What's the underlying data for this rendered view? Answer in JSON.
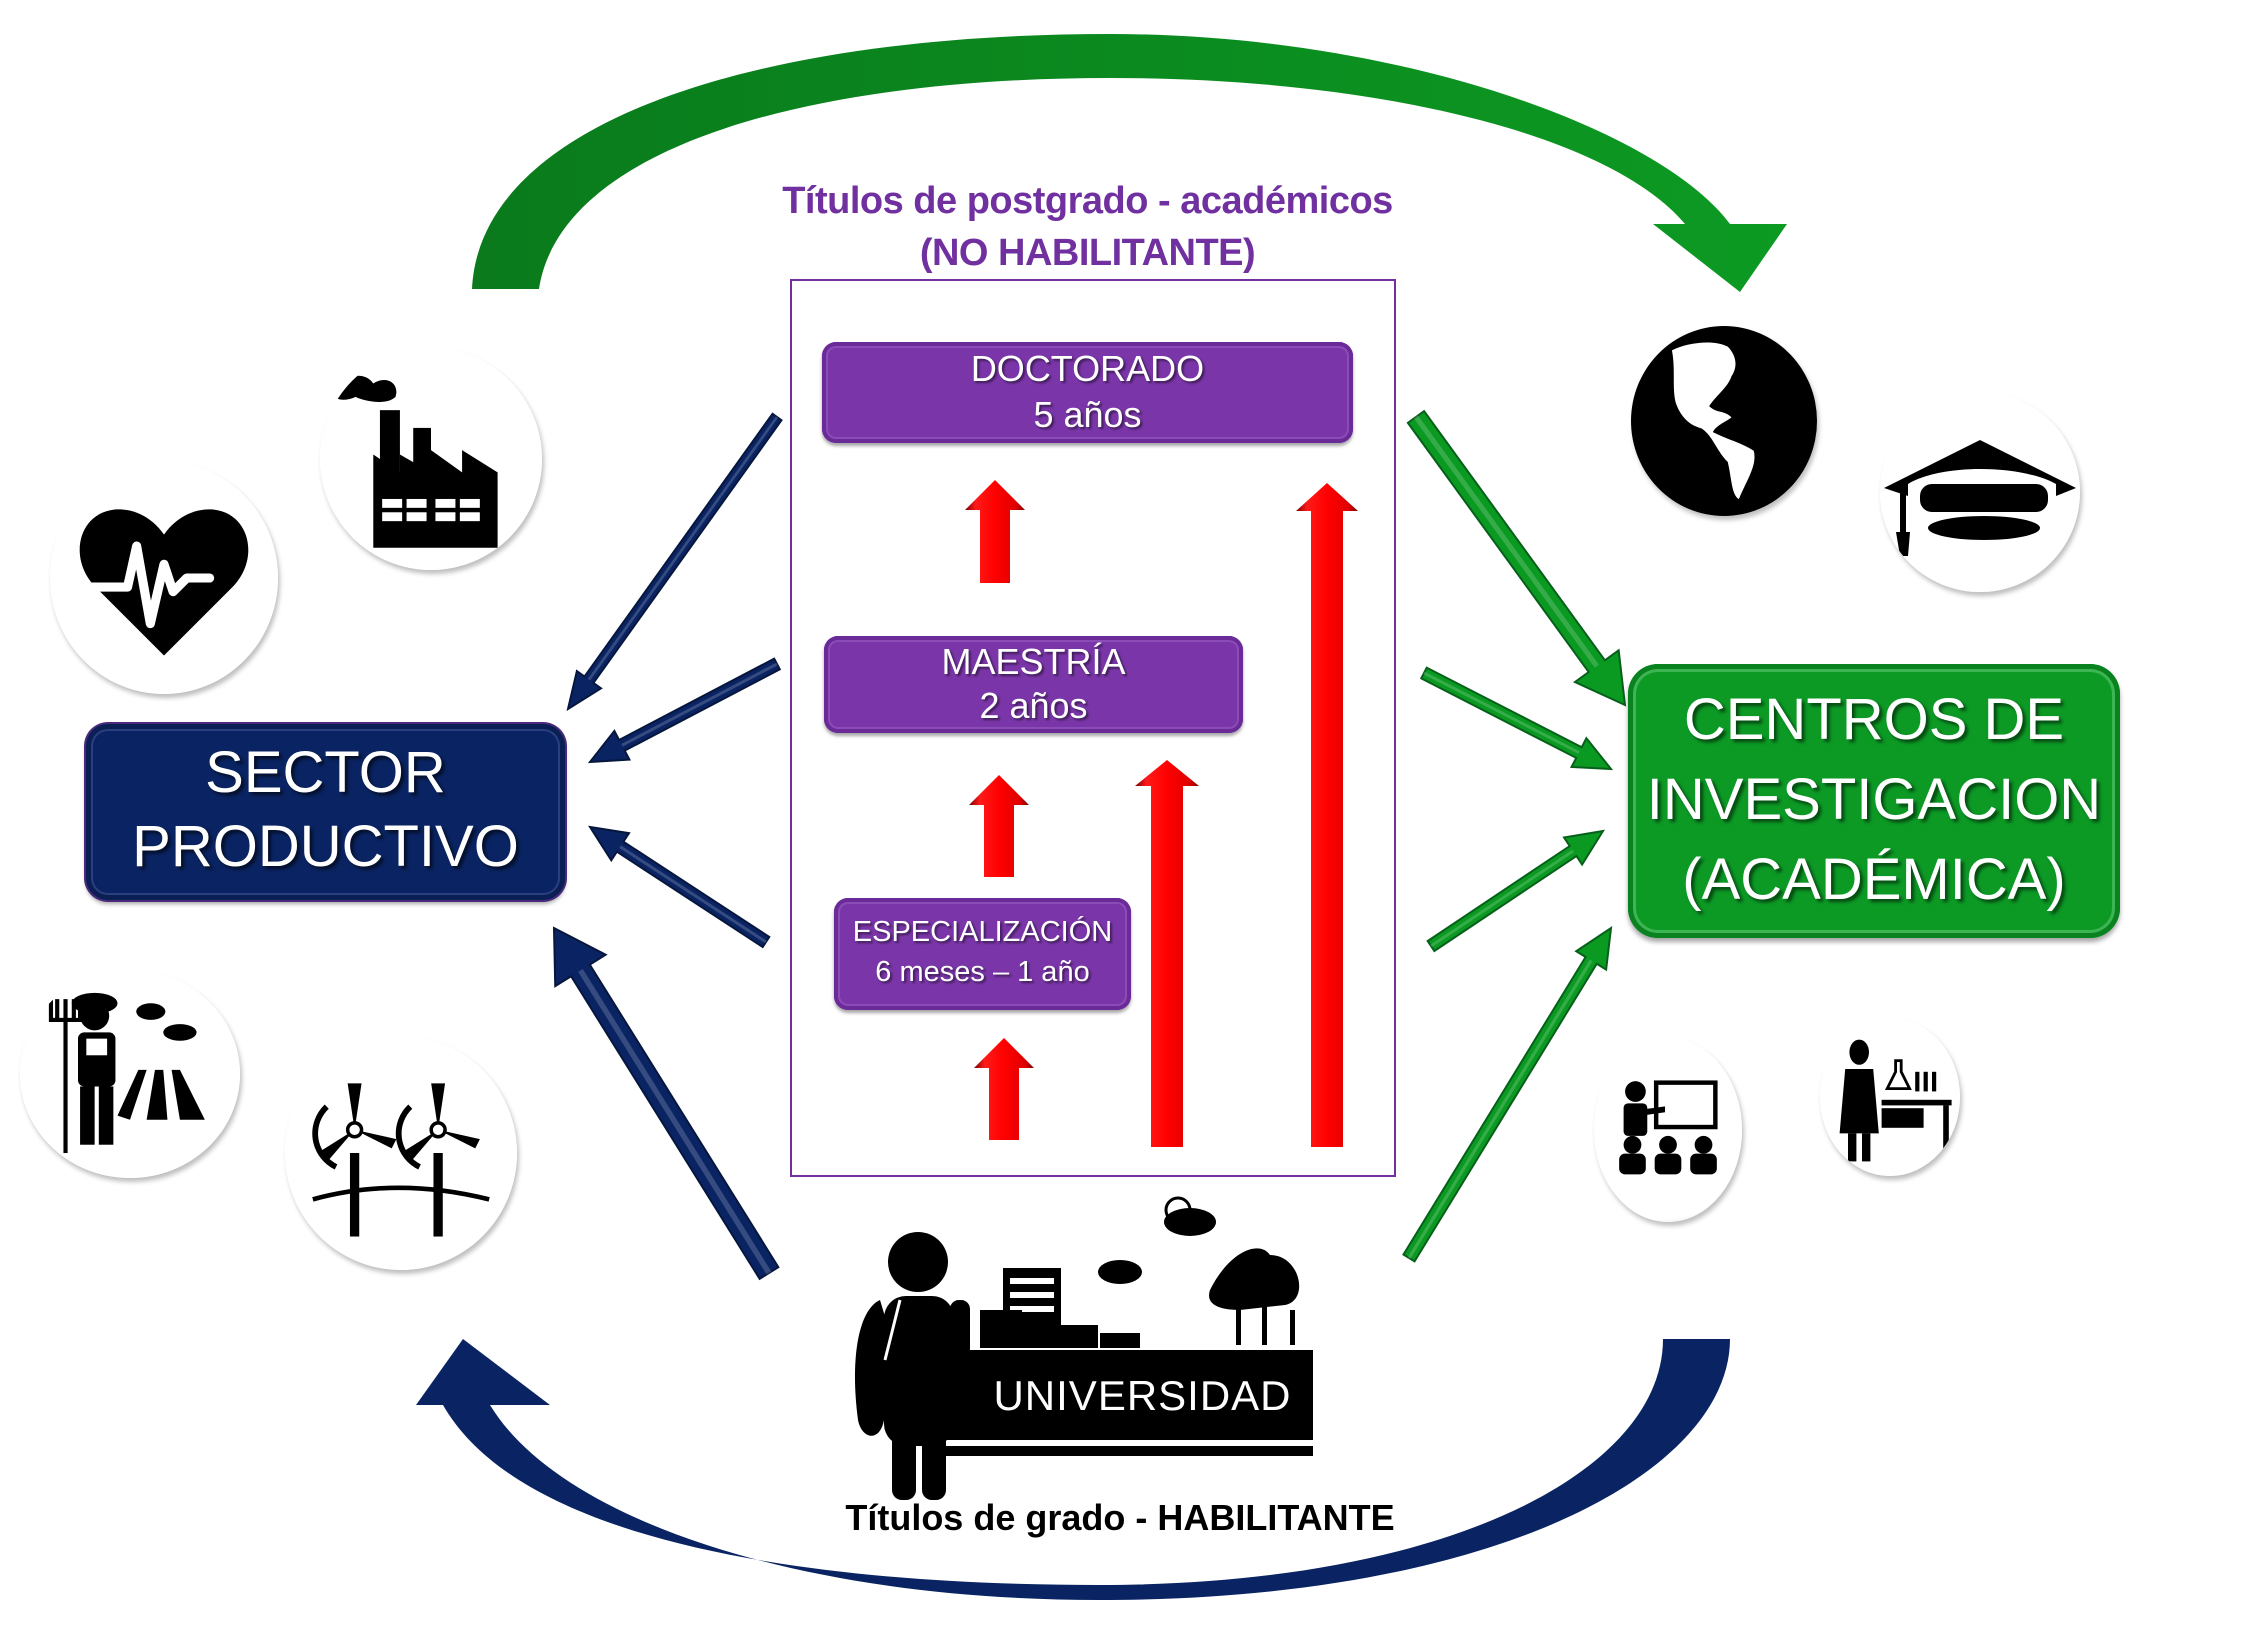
{
  "postgrad_header": {
    "line1": "Títulos de postgrado  - académicos",
    "line2": "(NO HABILITANTE)"
  },
  "degrees": [
    {
      "name": "DOCTORADO",
      "duration": "5 años"
    },
    {
      "name": "MAESTRÍA",
      "duration": "2 años"
    },
    {
      "name": "ESPECIALIZACIÓN",
      "duration": "6 meses – 1 año"
    }
  ],
  "sector_box": {
    "line1": "SECTOR",
    "line2": "PRODUCTIVO"
  },
  "research_box": {
    "line1": "CENTROS DE",
    "line2": "INVESTIGACION",
    "line3": "(ACADÉMICA)"
  },
  "university": {
    "label": "UNIVERSIDAD",
    "caption": "Títulos de grado - HABILITANTE"
  },
  "left_icons": [
    "heart-pulse-icon",
    "factory-icon",
    "farmer-icon",
    "wind-turbines-icon"
  ],
  "right_icons": [
    "globe-icon",
    "graduation-cap-icon",
    "teacher-presentation-icon",
    "scientist-lab-icon"
  ],
  "colors": {
    "purple": "#7030A0",
    "degree_box": "#7A36A8",
    "sector_navy": "#0A2463",
    "research_green": "#0C9A25",
    "progress_arrow_red": "#FF0000",
    "flow_green": "#0A9A22",
    "flow_navy": "#0A2463"
  }
}
